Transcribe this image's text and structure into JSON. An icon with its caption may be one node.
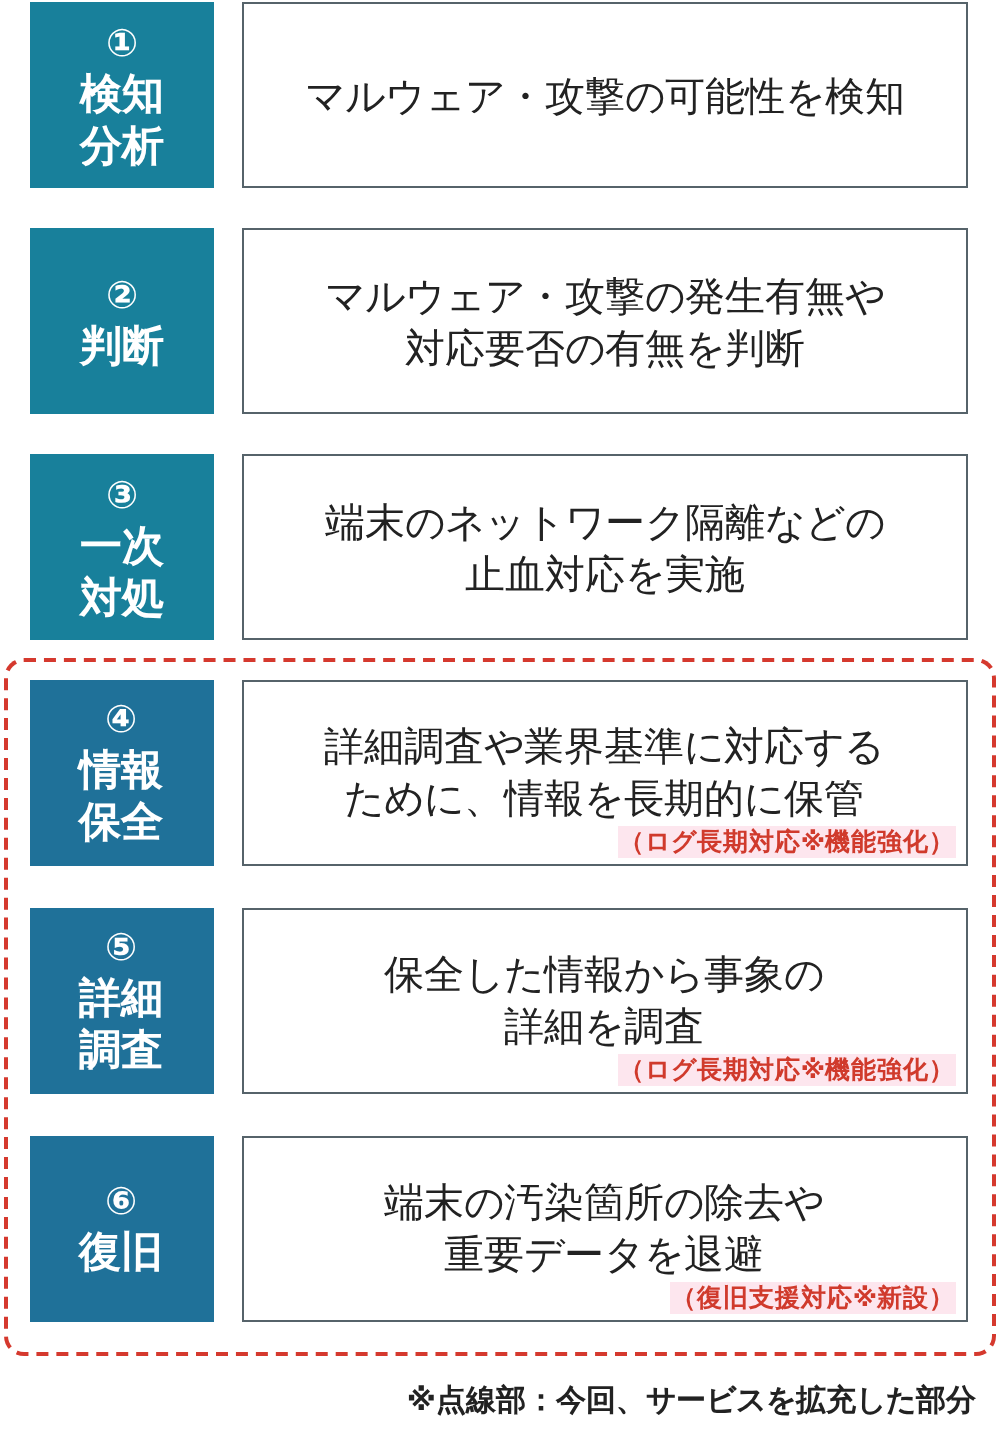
{
  "diagram": {
    "nodes": [
      {
        "text": [
          "①",
          "検知分析"
        ]
      },
      {
        "text": [
          "マルウェア・攻撃の可能性を検知"
        ]
      },
      {
        "text": [
          "②",
          "判断"
        ]
      },
      {
        "text": [
          "マルウェア・攻撃の発生有無や対応要否の有無を判断"
        ]
      },
      {
        "text": [
          "③",
          "一次対処"
        ]
      },
      {
        "text": [
          "端末のネットワーク隔離などの止血対応を実施"
        ]
      },
      {
        "text": [],
        "shape": "box"
      },
      {
        "text": [
          "④",
          "情報保全"
        ],
        "in": 6
      },
      {
        "text": [
          "詳細調査や業界基準に対応するために、情報を長期的に保管",
          "（ログ長期対応※機能強化）"
        ],
        "in": 6
      },
      {
        "text": [
          "⑤",
          "詳細調査"
        ],
        "in": 6
      },
      {
        "text": [
          "保全した情報から事象の詳細を調査",
          "（ログ長期対応※機能強化）"
        ],
        "in": 6
      },
      {
        "text": [
          "⑥",
          "復旧"
        ],
        "in": 6
      },
      {
        "text": [
          "端末の汚染箇所の除去や重要データを退避",
          "（復旧支援対応※新設）"
        ],
        "in": 6
      }
    ],
    "labels": [
      "※点線部：今回、サービスを拡充した部分"
    ]
  }
}
